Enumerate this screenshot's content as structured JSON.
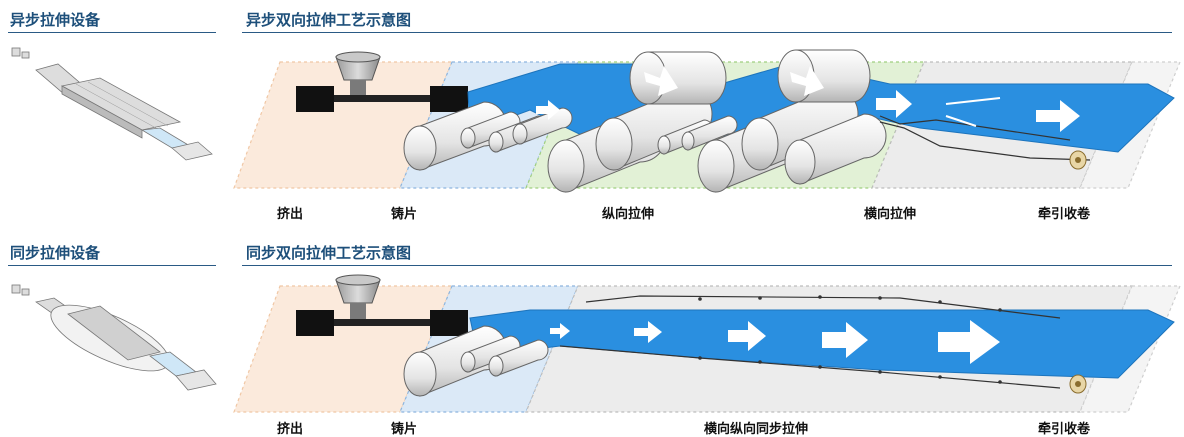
{
  "top": {
    "equipment_title": "异步拉伸设备",
    "process_title": "异步双向拉伸工艺示意图",
    "stages": [
      "挤出",
      "铸片",
      "纵向拉伸",
      "横向拉伸",
      "牵引收卷"
    ]
  },
  "bottom": {
    "equipment_title": "同步拉伸设备",
    "process_title": "同步双向拉伸工艺示意图",
    "stages": [
      "挤出",
      "铸片",
      "横向纵向同步拉伸",
      "牵引收卷"
    ]
  },
  "colors": {
    "heading": "#1d4f7a",
    "film": "#2a8fe0",
    "extrusion_zone": "#fbeadc",
    "casting_zone": "#dbe9f7",
    "md_stretch_zone": "#e2f1d6",
    "td_stretch_zone": "#ebebeb"
  }
}
